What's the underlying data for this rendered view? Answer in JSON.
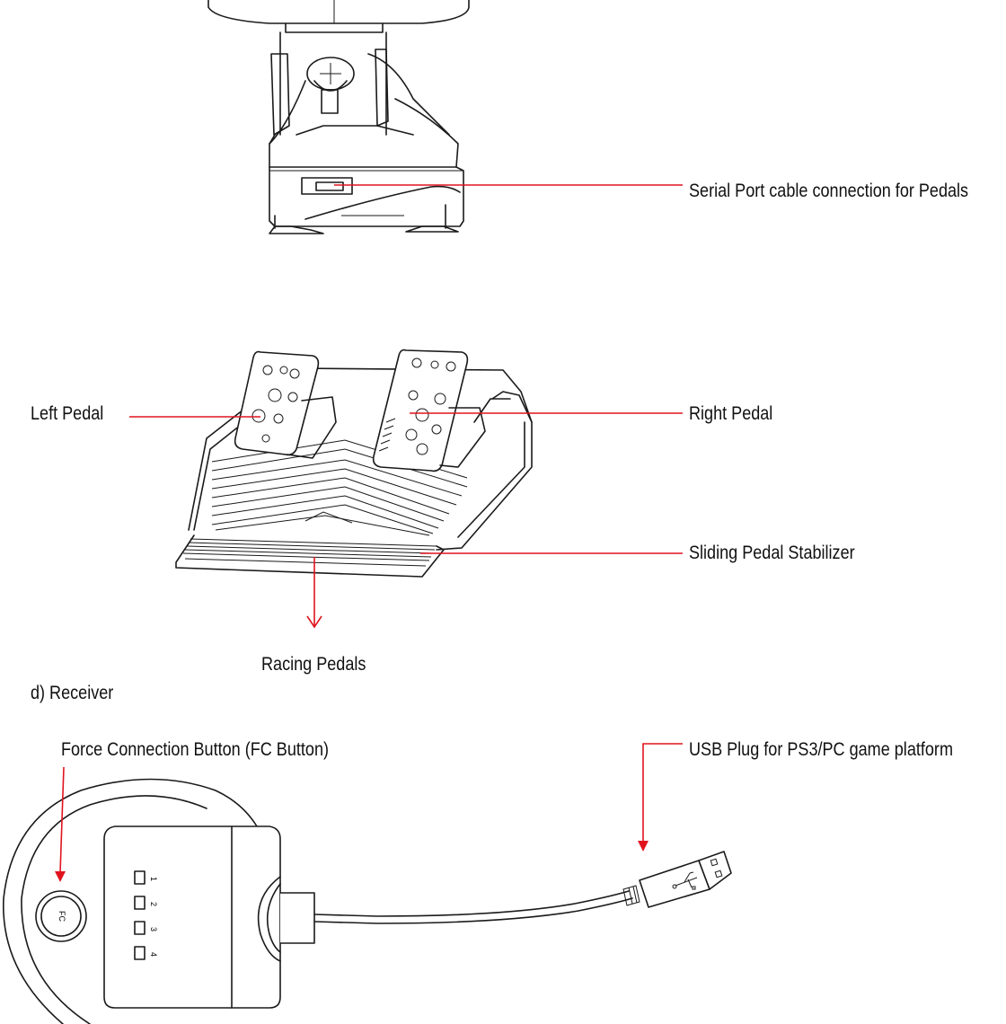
{
  "labels": {
    "serial_port": "Serial Port cable connection for Pedals",
    "left_pedal": "Left Pedal",
    "right_pedal": "Right Pedal",
    "stabilizer": "Sliding Pedal Stabilizer",
    "racing_pedals": "Racing Pedals",
    "receiver_heading": "d) Receiver",
    "fc_button": "Force Connection Button (FC Button)",
    "usb_plug": "USB Plug for PS3/PC game platform"
  },
  "receiver": {
    "fc_text": "FC",
    "leds": [
      "1",
      "2",
      "3",
      "4"
    ]
  },
  "colors": {
    "callout": "#e0141e",
    "line_art": "#1a1a1a",
    "background": "#ffffff"
  }
}
